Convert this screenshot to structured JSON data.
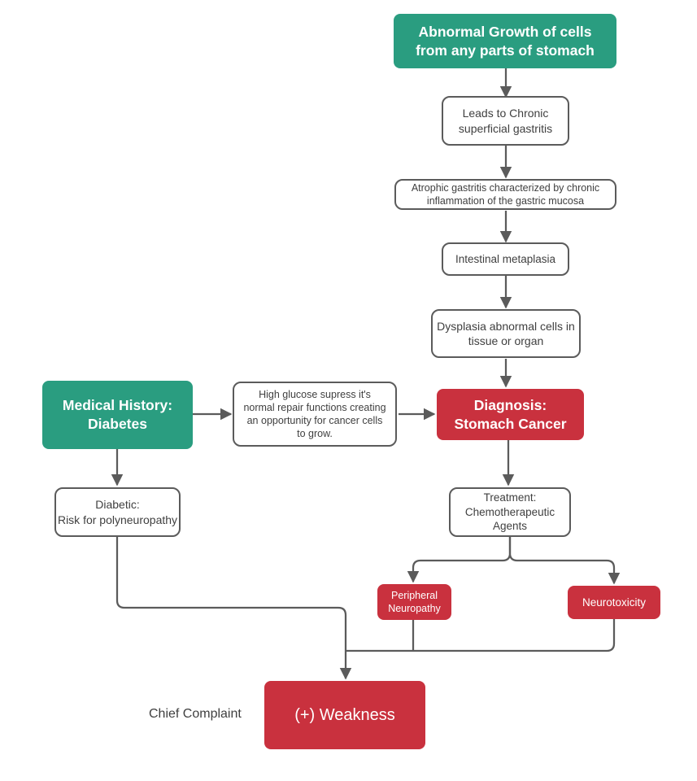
{
  "colors": {
    "node_green": "#2a9d80",
    "node_red": "#c9313e",
    "line": "#5b5b5b",
    "text": "#3f3f3f",
    "node_text_light": "#ffffff",
    "background": "#ffffff"
  },
  "nodes": {
    "abnormal_growth": {
      "label": "Abnormal Growth of cells\nfrom any parts of stomach"
    },
    "leads_chronic": {
      "label": "Leads to Chronic\nsuperficial gastritis"
    },
    "atrophic": {
      "label": "Atrophic gastritis characterized by chronic\ninflammation of the gastric mucosa"
    },
    "intestinal": {
      "label": "Intestinal metaplasia"
    },
    "dysplasia": {
      "label": "Dysplasia abnormal cells in\ntissue or organ"
    },
    "diagnosis": {
      "label": "Diagnosis:\nStomach Cancer"
    },
    "medical_history": {
      "label": "Medical History:\nDiabetes"
    },
    "high_glucose": {
      "label": "High glucose supress it's\nnormal repair functions creating\nan opportunity for cancer cells\nto grow."
    },
    "diabetic": {
      "label": "Diabetic:\nRisk for polyneuropathy"
    },
    "treatment": {
      "label": "Treatment:\nChemotherapeutic\nAgents"
    },
    "peripheral_neuropathy": {
      "label": "Peripheral\nNeuropathy"
    },
    "neurotoxicity": {
      "label": "Neurotoxicity"
    },
    "weakness": {
      "label": "(+) Weakness"
    }
  },
  "labels": {
    "chief_complaint": "Chief Complaint"
  }
}
